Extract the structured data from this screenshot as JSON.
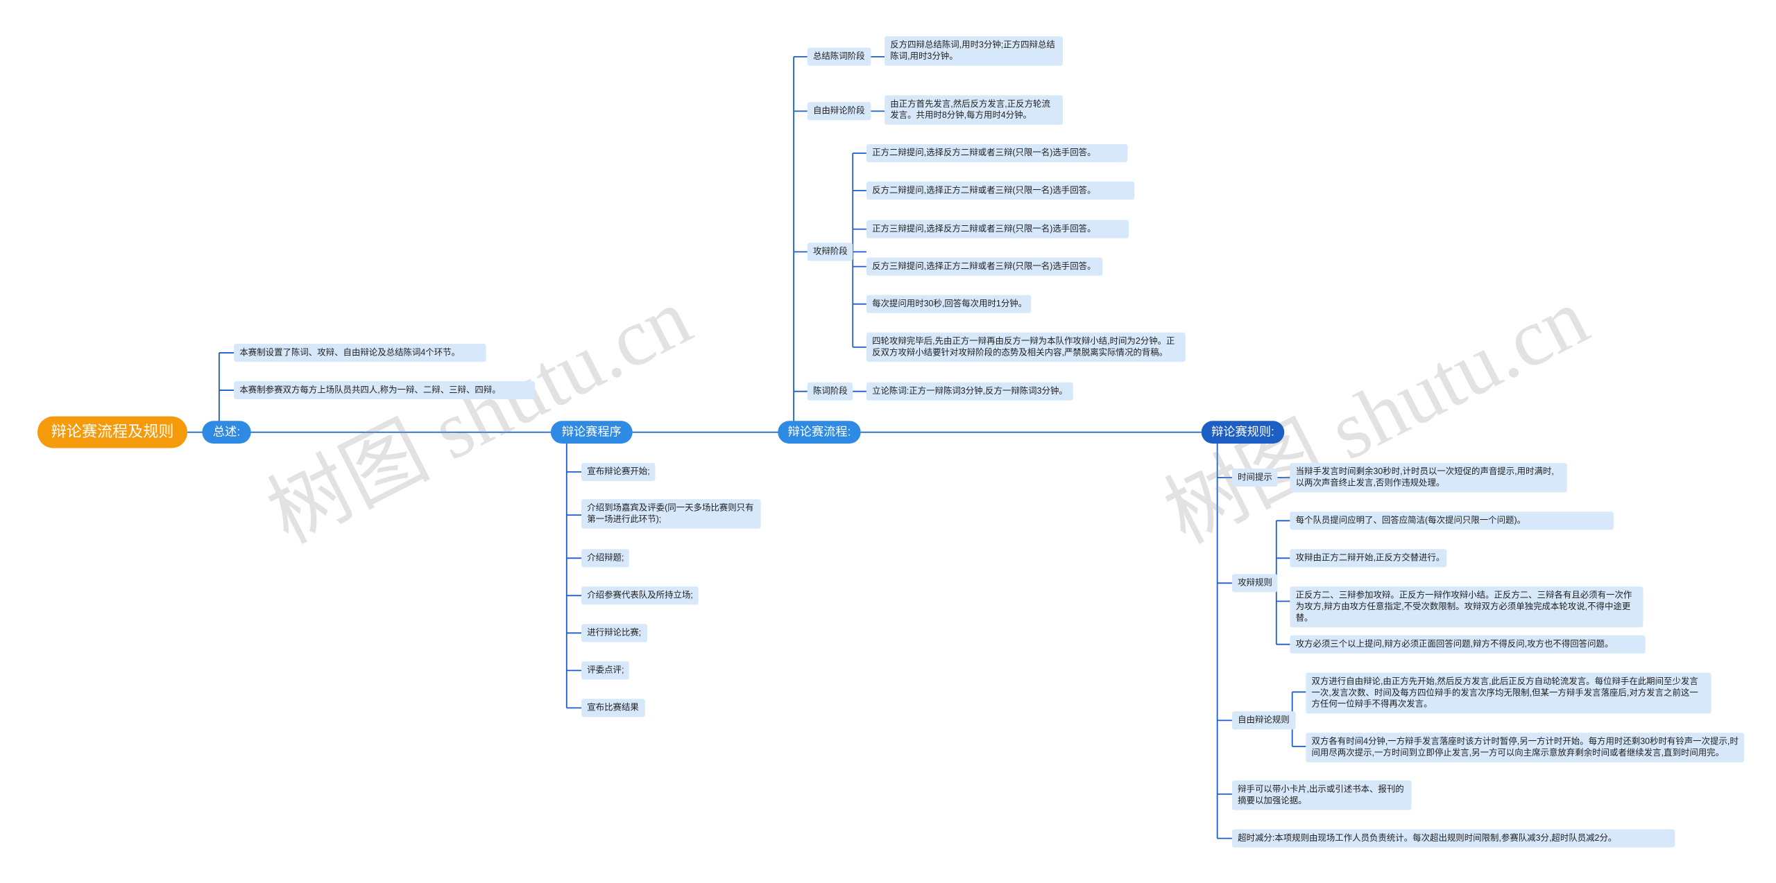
{
  "root": "辩论赛流程及规则",
  "watermark": "树图 shutu.cn",
  "overview": {
    "label": "总述:",
    "items": [
      "本赛制设置了陈词、攻辩、自由辩论及总结陈词4个环节。",
      "本赛制参赛双方每方上场队员共四人,称为一辩、二辩、三辩、四辩。"
    ]
  },
  "procedure": {
    "label": "辩论赛程序",
    "items": [
      "宣布辩论赛开始;",
      "介绍到场嘉宾及评委(同一天多场比赛则只有第一场进行此环节);",
      "介绍辩题;",
      "介绍参赛代表队及所持立场;",
      "进行辩论比赛;",
      "评委点评;",
      "宣布比赛结果"
    ]
  },
  "flow": {
    "label": "辩论赛流程:",
    "stages": [
      {
        "label": "总结陈词阶段",
        "items": [
          "反方四辩总结陈词,用时3分钟;正方四辩总结陈词,用时3分钟。"
        ]
      },
      {
        "label": "自由辩论阶段",
        "items": [
          "由正方首先发言,然后反方发言,正反方轮流发言。共用时8分钟,每方用时4分钟。"
        ]
      },
      {
        "label": "攻辩阶段",
        "items": [
          "正方二辩提问,选择反方二辩或者三辩(只限一名)选手回答。",
          "反方二辩提问,选择正方二辩或者三辩(只限一名)选手回答。",
          "正方三辩提问,选择反方二辩或者三辩(只限一名)选手回答。",
          "反方三辩提问,选择正方二辩或者三辩(只限一名)选手回答。",
          "每次提问用时30秒,回答每次用时1分钟。",
          "四轮攻辩完毕后,先由正方一辩再由反方一辩为本队作攻辩小结,时间为2分钟。正反双方攻辩小结要针对攻辩阶段的态势及相关内容,严禁脱离实际情况的背稿。"
        ]
      },
      {
        "label": "陈词阶段",
        "items": [
          "立论陈词:正方一辩陈词3分钟,反方一辩陈词3分钟。"
        ]
      }
    ]
  },
  "rules": {
    "label": "辩论赛规则:",
    "groups": [
      {
        "label": "时间提示",
        "items": [
          "当辩手发言时间剩余30秒时,计时员以一次短促的声音提示,用时满时,以两次声音终止发言,否则作违规处理。"
        ]
      },
      {
        "label": "攻辩规则",
        "items": [
          "每个队员提问应明了、回答应简洁(每次提问只限一个问题)。",
          "攻辩由正方二辩开始,正反方交替进行。",
          "正反方二、三辩参加攻辩。正反方一辩作攻辩小结。正反方二、三辩各有且必须有一次作为攻方,辩方由攻方任意指定,不受次数限制。攻辩双方必须单独完成本轮攻说,不得中途更替。",
          "攻方必须三个以上提问,辩方必须正面回答问题,辩方不得反问,攻方也不得回答问题。"
        ]
      },
      {
        "label": "自由辩论规则",
        "items": [
          "双方进行自由辩论,由正方先开始,然后反方发言,此后正反方自动轮流发言。每位辩手在此期间至少发言一次,发言次数、时间及每方四位辩手的发言次序均无限制,但某一方辩手发言落座后,对方发言之前这一方任何一位辩手不得再次发言。",
          "双方各有时间4分钟,一方辩手发言落座时该方计时暂停,另一方计时开始。每方用时还剩30秒时有铃声一次提示,时间用尽两次提示,一方时间到立即停止发言,另一方可以向主席示意放弃剩余时间或者继续发言,直到时间用完。"
        ]
      }
    ],
    "extra": [
      "辩手可以带小卡片,出示或引述书本、报刊的摘要以加强论据。",
      "超时减分:本项规则由现场工作人员负责统计。每次超出规则时间限制,参赛队减3分,超时队员减2分。"
    ]
  },
  "colors": {
    "root": "#f59a0b",
    "main": "#2f8ae3",
    "main_dark": "#1c5ec4",
    "leaf": "#d7e8fb",
    "line": "#1c5ec4"
  }
}
